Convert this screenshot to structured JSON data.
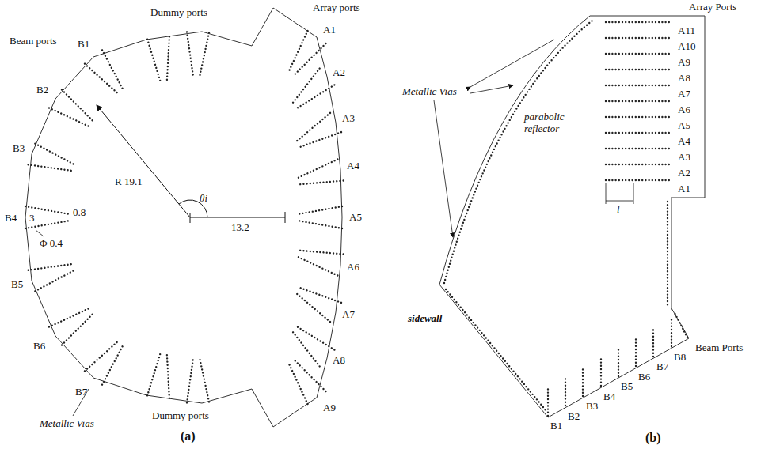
{
  "diagram": {
    "labels": [
      "Dummy ports",
      "Array ports",
      "A1",
      "A2",
      "A3",
      "A4",
      "A5",
      "A6",
      "A7",
      "A8",
      "A9",
      "Beam ports",
      "B1",
      "B2",
      "B3",
      "B4",
      "B5",
      "B6",
      "B7",
      "R 19.1",
      "θi",
      "13.2",
      "3",
      "0.8",
      "Φ 0.4",
      "Metallic Vias",
      "Dummy ports",
      "(a)",
      "Array Ports",
      "A11",
      "A10",
      "A9",
      "A8",
      "A7",
      "A6",
      "A5",
      "A4",
      "A3",
      "A2",
      "A1",
      "Metallic Vias",
      "parabolic reflector",
      "sidewall",
      "l",
      "Beam Ports",
      "B1",
      "B2",
      "B3",
      "B4",
      "B5",
      "B6",
      "B7",
      "B8",
      "(b)"
    ]
  }
}
